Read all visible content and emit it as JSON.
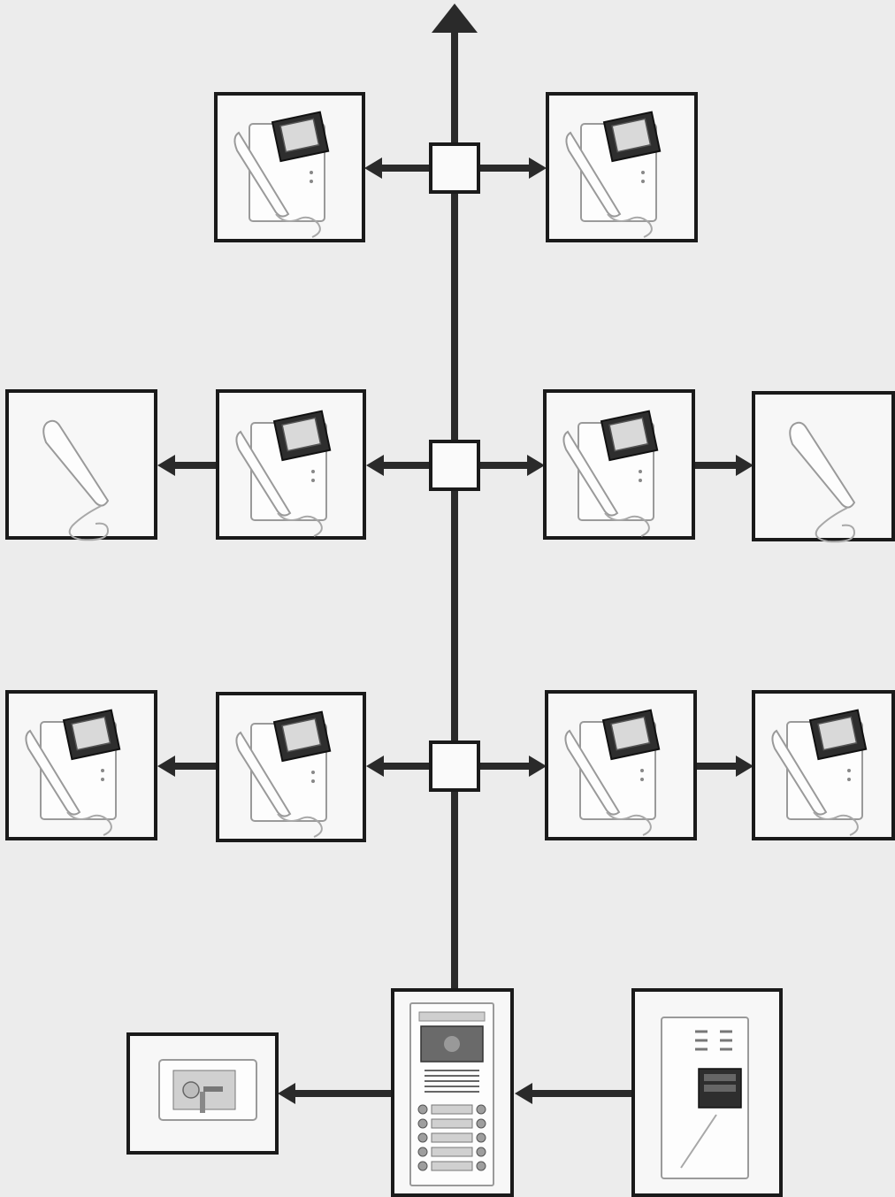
{
  "diagram": {
    "colors": {
      "background": "#ececec",
      "line": "#2a2a2a",
      "box_border": "#1a1a1a"
    },
    "nodes": [
      {
        "id": "top-left-video-monitor",
        "icon": "video-monitor-icon"
      },
      {
        "id": "top-right-video-monitor",
        "icon": "video-monitor-icon"
      },
      {
        "id": "mid-far-left-handset",
        "icon": "handset-icon"
      },
      {
        "id": "mid-left-video-monitor",
        "icon": "video-monitor-icon"
      },
      {
        "id": "mid-right-video-monitor",
        "icon": "video-monitor-icon"
      },
      {
        "id": "mid-far-right-handset",
        "icon": "handset-icon"
      },
      {
        "id": "low-far-left-video-monitor",
        "icon": "video-monitor-icon"
      },
      {
        "id": "low-left-video-monitor",
        "icon": "video-monitor-icon"
      },
      {
        "id": "low-right-video-monitor",
        "icon": "video-monitor-icon"
      },
      {
        "id": "low-far-right-video-monitor",
        "icon": "video-monitor-icon"
      },
      {
        "id": "door-lock",
        "icon": "electric-lock-icon"
      },
      {
        "id": "door-entry-panel",
        "icon": "door-entry-panel-icon"
      },
      {
        "id": "power-supply",
        "icon": "power-supply-icon"
      }
    ]
  }
}
